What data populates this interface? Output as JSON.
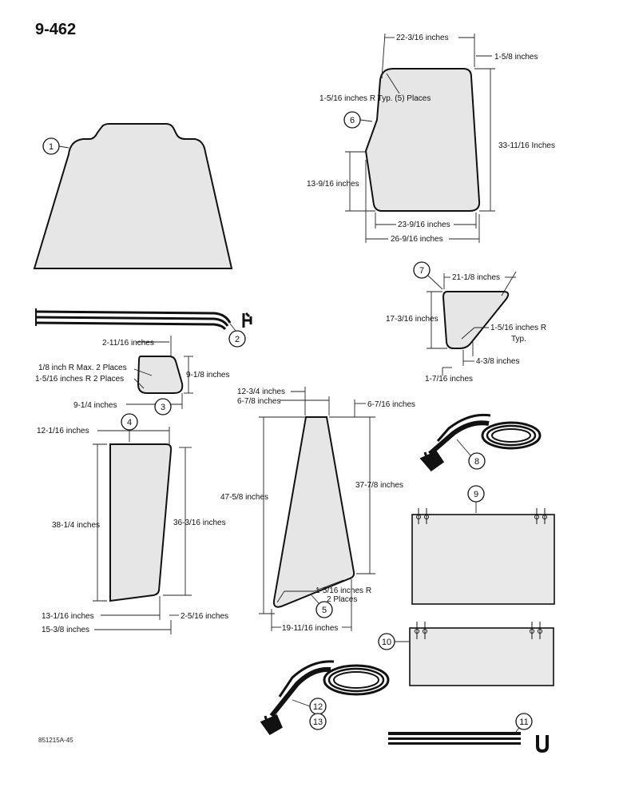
{
  "page": {
    "number": "9-462",
    "drawing_code": "851215A-45"
  },
  "callouts": {
    "c1": "1",
    "c2": "2",
    "c3": "3",
    "c4": "4",
    "c5": "5",
    "c6": "6",
    "c7": "7",
    "c8": "8",
    "c9": "9",
    "c10": "10",
    "c11": "11",
    "c12": "12",
    "c13": "13"
  },
  "dimensions": {
    "part6": {
      "top_width": "22-3/16 inches",
      "top_right_offset": "1-5/8 inches",
      "corner_radius": "1-5/16 inches R Typ. (5) Places",
      "height": "33-11/16 Inches",
      "left_lower_height": "13-9/16 inches",
      "bottom_width": "23-9/16 inches",
      "overall_width": "26-9/16 inches"
    },
    "part7": {
      "top_width": "21-1/8 inches",
      "height": "17-3/16 inches",
      "radius_1": "1-5/16 inches R",
      "radius_2": "Typ.",
      "bottom_width": "4-3/8 inches",
      "bottom_offset": "1-7/16 inches"
    },
    "part3": {
      "top_offset": "2-11/16 inches",
      "radius_max": "1/8 inch R Max. 2 Places",
      "radius_2": "1-5/16 inches R 2 Places",
      "height": "9-1/8 inches",
      "width": "9-1/4 inches"
    },
    "part4": {
      "top_width": "12-1/16 inches",
      "left_height": "38-1/4 inches",
      "right_height": "36-3/16 inches",
      "bottom_width": "13-1/16 inches",
      "bottom_offset": "2-5/16 inches",
      "overall_width": "15-3/8 inches"
    },
    "part5": {
      "top_width": "12-3/4 inches",
      "top_left_offset": "6-7/8 inches",
      "top_right_offset": "6-7/16 inches",
      "left_height": "47-5/8 inches",
      "right_height": "37-7/8 inches",
      "radius_1": "1-5/16 inches R",
      "radius_2": "2 Places",
      "bottom_width": "19-11/16 inches"
    }
  }
}
